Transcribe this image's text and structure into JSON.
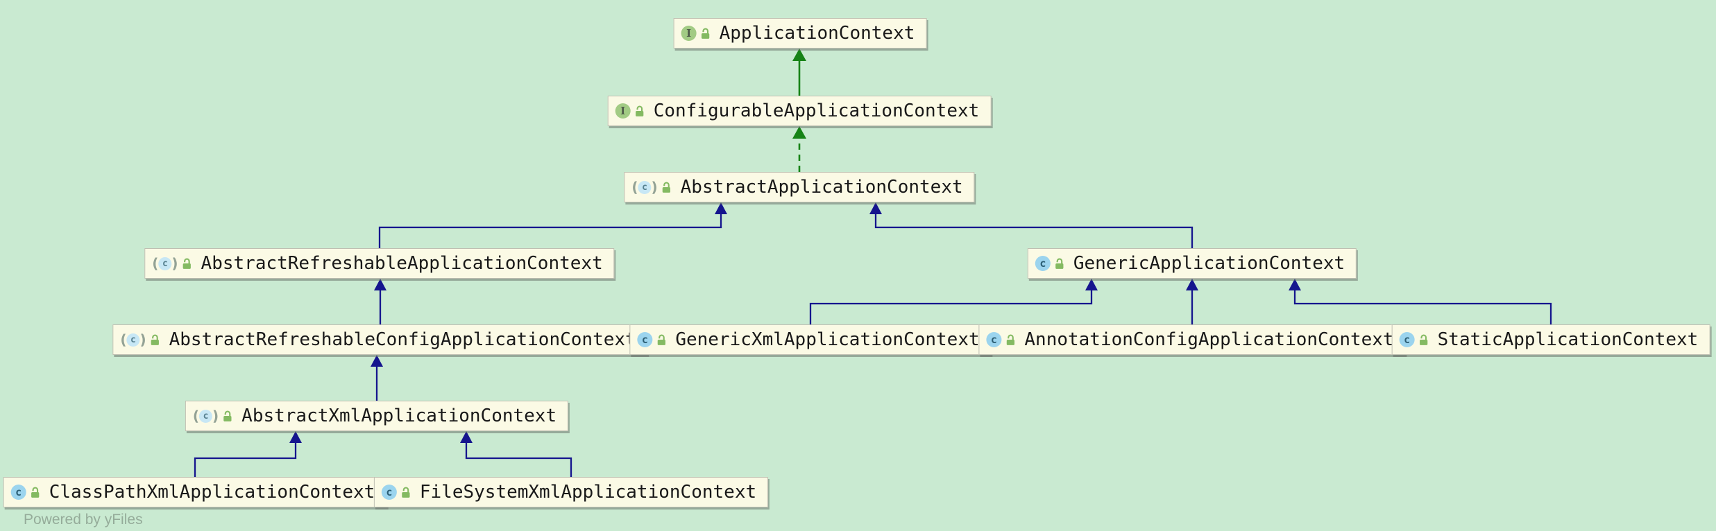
{
  "diagram": {
    "type": "uml-class-inheritance-diagram",
    "subject": "Spring ApplicationContext hierarchy",
    "watermark": "Powered by yFiles",
    "colors": {
      "background": "#C9EAD1",
      "node_fill": "#FBFAE5",
      "node_border": "#BFBFB2",
      "edge_class_extends": "#15158E",
      "edge_interface_green": "#168316",
      "interface_icon_fill": "#A2CB84",
      "class_icon_fill": "#9BD4EE",
      "abstract_class_icon_fill": "#C7E7F5",
      "public_visibility_icon": "#84BA62"
    }
  },
  "icons": {
    "interface_glyph": "I",
    "class_glyph": "c",
    "paren_open": "(",
    "paren_close": ")"
  },
  "nodes": [
    {
      "label": "ApplicationContext",
      "kind": "interface"
    },
    {
      "label": "ConfigurableApplicationContext",
      "kind": "interface"
    },
    {
      "label": "AbstractApplicationContext",
      "kind": "abstract-class"
    },
    {
      "label": "AbstractRefreshableApplicationContext",
      "kind": "abstract-class"
    },
    {
      "label": "GenericApplicationContext",
      "kind": "class"
    },
    {
      "label": "AbstractRefreshableConfigApplicationContext",
      "kind": "abstract-class"
    },
    {
      "label": "GenericXmlApplicationContext",
      "kind": "class"
    },
    {
      "label": "AnnotationConfigApplicationContext",
      "kind": "class"
    },
    {
      "label": "StaticApplicationContext",
      "kind": "class"
    },
    {
      "label": "AbstractXmlApplicationContext",
      "kind": "abstract-class"
    },
    {
      "label": "ClassPathXmlApplicationContext",
      "kind": "class"
    },
    {
      "label": "FileSystemXmlApplicationContext",
      "kind": "class"
    }
  ],
  "edges": [
    {
      "from": "ConfigurableApplicationContext",
      "to": "ApplicationContext",
      "type": "extends-interface"
    },
    {
      "from": "AbstractApplicationContext",
      "to": "ConfigurableApplicationContext",
      "type": "implements"
    },
    {
      "from": "AbstractRefreshableApplicationContext",
      "to": "AbstractApplicationContext",
      "type": "extends"
    },
    {
      "from": "GenericApplicationContext",
      "to": "AbstractApplicationContext",
      "type": "extends"
    },
    {
      "from": "AbstractRefreshableConfigApplicationContext",
      "to": "AbstractRefreshableApplicationContext",
      "type": "extends"
    },
    {
      "from": "GenericXmlApplicationContext",
      "to": "GenericApplicationContext",
      "type": "extends"
    },
    {
      "from": "AnnotationConfigApplicationContext",
      "to": "GenericApplicationContext",
      "type": "extends"
    },
    {
      "from": "StaticApplicationContext",
      "to": "GenericApplicationContext",
      "type": "extends"
    },
    {
      "from": "AbstractXmlApplicationContext",
      "to": "AbstractRefreshableConfigApplicationContext",
      "type": "extends"
    },
    {
      "from": "ClassPathXmlApplicationContext",
      "to": "AbstractXmlApplicationContext",
      "type": "extends"
    },
    {
      "from": "FileSystemXmlApplicationContext",
      "to": "AbstractXmlApplicationContext",
      "type": "extends"
    }
  ]
}
